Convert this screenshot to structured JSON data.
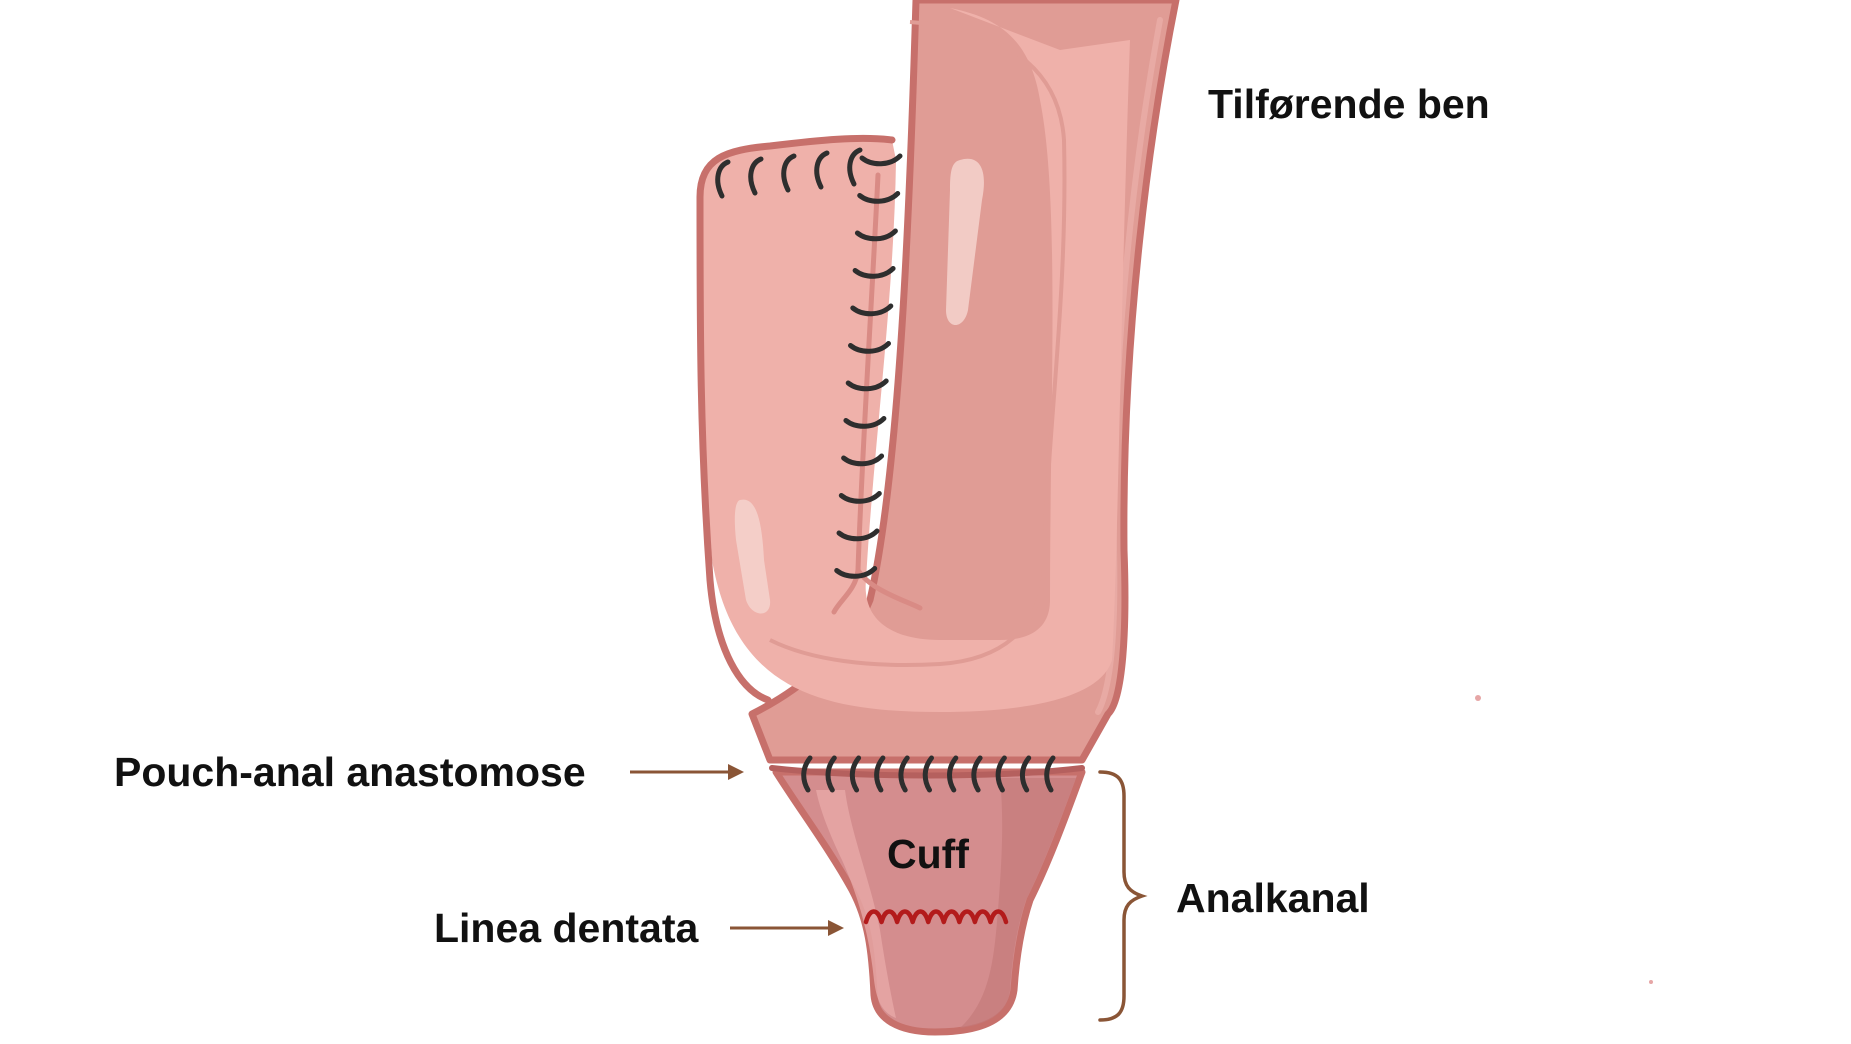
{
  "labels": {
    "tilforende_ben": "Tilførende ben",
    "pouch_anal_anastomose": "Pouch-anal anastomose",
    "cuff": "Cuff",
    "linea_dentata": "Linea dentata",
    "analkanal": "Analkanal"
  },
  "colors": {
    "tissue_light": "#EFB1AA",
    "tissue_mid": "#E09C95",
    "tissue_outline": "#C7706B",
    "tissue_dark": "#C47A7A",
    "anal_canal": "#D48D8E",
    "suture": "#2E2E2E",
    "dentate_line": "#B31B1B",
    "arrow": "#8A5536"
  }
}
